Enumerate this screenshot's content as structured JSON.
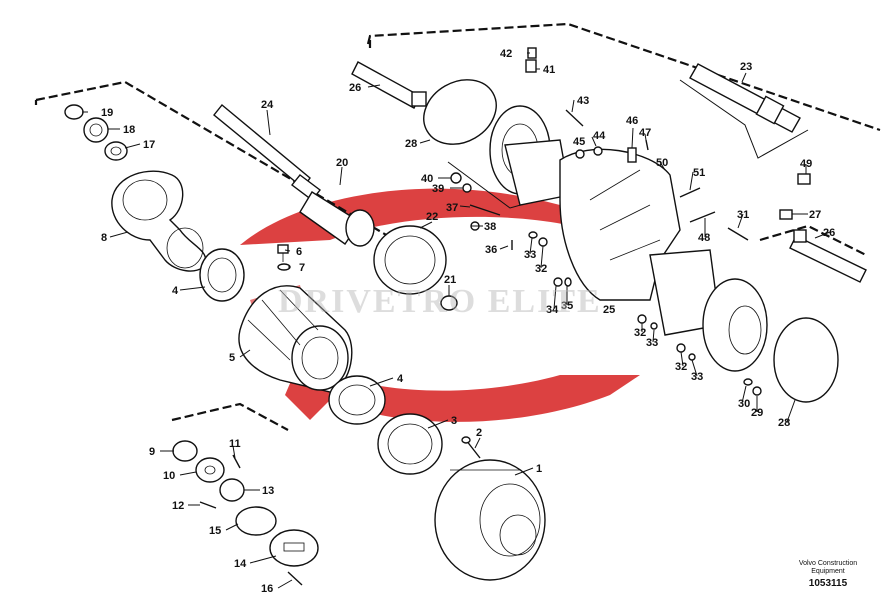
{
  "diagram": {
    "watermark": "DRIVETRO ELITE",
    "footer": {
      "brand_line1": "Volvo Construction",
      "brand_line2": "Equipment",
      "code": "1053115"
    },
    "accent_color": "#d62020",
    "callouts": [
      {
        "id": "c19",
        "text": "19"
      },
      {
        "id": "c18",
        "text": "18"
      },
      {
        "id": "c17",
        "text": "17"
      },
      {
        "id": "c8",
        "text": "8"
      },
      {
        "id": "c4a",
        "text": "4"
      },
      {
        "id": "c24",
        "text": "24"
      },
      {
        "id": "c20",
        "text": "20"
      },
      {
        "id": "c6",
        "text": "6"
      },
      {
        "id": "c7",
        "text": "7"
      },
      {
        "id": "c5",
        "text": "5"
      },
      {
        "id": "c22",
        "text": "22"
      },
      {
        "id": "c21",
        "text": "21"
      },
      {
        "id": "c4b",
        "text": "4"
      },
      {
        "id": "c3",
        "text": "3"
      },
      {
        "id": "c2",
        "text": "2"
      },
      {
        "id": "c1",
        "text": "1"
      },
      {
        "id": "c9",
        "text": "9"
      },
      {
        "id": "c11",
        "text": "11"
      },
      {
        "id": "c10",
        "text": "10"
      },
      {
        "id": "c13",
        "text": "13"
      },
      {
        "id": "c12",
        "text": "12"
      },
      {
        "id": "c15",
        "text": "15"
      },
      {
        "id": "c14",
        "text": "14"
      },
      {
        "id": "c16",
        "text": "16"
      },
      {
        "id": "c26a",
        "text": "26"
      },
      {
        "id": "c28a",
        "text": "28"
      },
      {
        "id": "c42",
        "text": "42"
      },
      {
        "id": "c41",
        "text": "41"
      },
      {
        "id": "c43",
        "text": "43"
      },
      {
        "id": "c44",
        "text": "44"
      },
      {
        "id": "c45",
        "text": "45"
      },
      {
        "id": "c46",
        "text": "46"
      },
      {
        "id": "c47",
        "text": "47"
      },
      {
        "id": "c40",
        "text": "40"
      },
      {
        "id": "c39",
        "text": "39"
      },
      {
        "id": "c37",
        "text": "37"
      },
      {
        "id": "c38",
        "text": "38"
      },
      {
        "id": "c36",
        "text": "36"
      },
      {
        "id": "c33a",
        "text": "33"
      },
      {
        "id": "c32a",
        "text": "32"
      },
      {
        "id": "c34",
        "text": "34"
      },
      {
        "id": "c35",
        "text": "35"
      },
      {
        "id": "c25",
        "text": "25"
      },
      {
        "id": "c50",
        "text": "50"
      },
      {
        "id": "c51",
        "text": "51"
      },
      {
        "id": "c48",
        "text": "48"
      },
      {
        "id": "c23",
        "text": "23"
      },
      {
        "id": "c49",
        "text": "49"
      },
      {
        "id": "c27",
        "text": "27"
      },
      {
        "id": "c31",
        "text": "31"
      },
      {
        "id": "c26b",
        "text": "26"
      },
      {
        "id": "c32b",
        "text": "32"
      },
      {
        "id": "c33b",
        "text": "33"
      },
      {
        "id": "c32c",
        "text": "32"
      },
      {
        "id": "c33c",
        "text": "33"
      },
      {
        "id": "c30",
        "text": "30"
      },
      {
        "id": "c29",
        "text": "29"
      },
      {
        "id": "c28b",
        "text": "28"
      }
    ]
  }
}
